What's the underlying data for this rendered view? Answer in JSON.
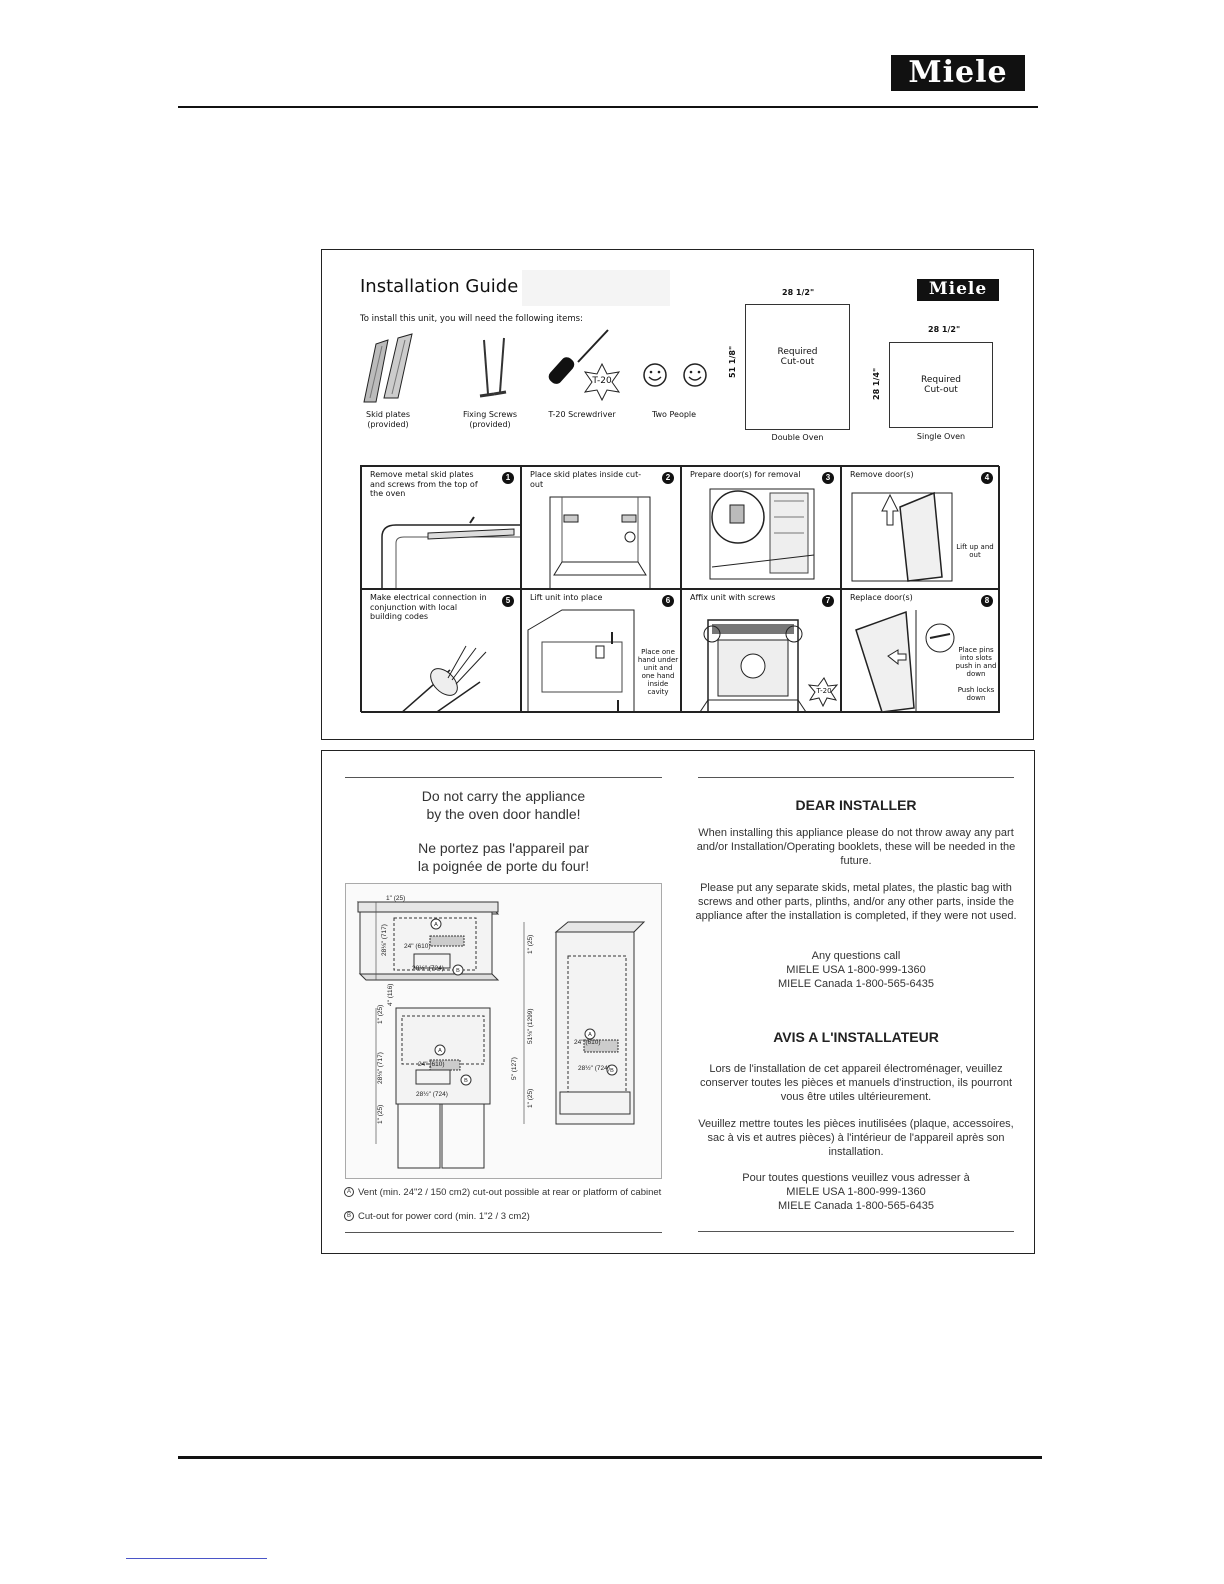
{
  "header": {
    "logo_text": "Miele"
  },
  "guide": {
    "title": "Installation Guide",
    "need_text": "To install this unit, you will need the following items:",
    "logo_text": "Miele",
    "tools": [
      {
        "label": "Skid plates",
        "sub": "(provided)",
        "icon": "skid-plates-icon"
      },
      {
        "label": "Fixing Screws",
        "sub": "(provided)",
        "icon": "fixing-screws-icon"
      },
      {
        "label": "T-20 Screwdriver",
        "sub": "",
        "icon": "screwdriver-icon"
      },
      {
        "label": "Two People",
        "sub": "",
        "icon": "smiley-icon"
      }
    ],
    "t20_badge": "T-20",
    "double_oven": {
      "width": "28 1/2\"",
      "height": "51 1/8\"",
      "label_line1": "Required",
      "label_line2": "Cut-out",
      "caption": "Double Oven"
    },
    "single_oven": {
      "width": "28 1/2\"",
      "height": "28 1/4\"",
      "label_line1": "Required",
      "label_line2": "Cut-out",
      "caption": "Single Oven"
    },
    "steps": [
      {
        "num": "1",
        "text": "Remove metal skid plates and screws from the top of the oven"
      },
      {
        "num": "2",
        "text": "Place skid plates inside cut-out"
      },
      {
        "num": "3",
        "text": "Prepare door(s) for removal"
      },
      {
        "num": "4",
        "text": "Remove door(s)",
        "side": "Lift up and out"
      },
      {
        "num": "5",
        "text": "Make electrical connection in conjunction with local building codes"
      },
      {
        "num": "6",
        "text": "Lift unit into place",
        "side": "Place one hand under unit and one hand inside cavity"
      },
      {
        "num": "7",
        "text": "Affix unit with screws",
        "badge": "T-20"
      },
      {
        "num": "8",
        "text": "Replace door(s)",
        "side": "Place pins into slots push in and down",
        "side2": "Push locks down"
      }
    ]
  },
  "info": {
    "warning_en_1": "Do not carry the appliance",
    "warning_en_2": "by the oven door handle!",
    "warning_fr_1": "Ne portez pas l'appareil par",
    "warning_fr_2": "la poignée de porte du four!",
    "legend_a_marker": "A",
    "legend_a": "Vent (min. 24\"2 / 150 cm2) cut-out possible at rear or platform of cabinet",
    "legend_b_marker": "B",
    "legend_b": "Cut-out for power cord (min. 1\"2 / 3 cm2)",
    "diagram": {
      "d1": "1\" (25)",
      "d2": "28⅛\" (717)",
      "d3": "24\" (610)",
      "d4": "28½\" (724)",
      "d5": "4\" (116)",
      "d6": "51⅛\" (1299)",
      "d7": "5\" (127)",
      "marker_a": "A",
      "marker_b": "B"
    },
    "dear_heading": "DEAR INSTALLER",
    "dear_p1": "When installing this appliance please do not throw away any part and/or Installation/Operating booklets, these will be needed in the future.",
    "dear_p2": "Please put any separate skids, metal plates, the plastic bag with screws and other parts, plinths, and/or any other parts, inside the appliance after the installation is completed, if they were not used.",
    "dear_p3_1": "Any questions call",
    "dear_p3_2": "MIELE USA 1-800-999-1360",
    "dear_p3_3": "MIELE Canada 1-800-565-6435",
    "avis_heading": "AVIS A L'INSTALLATEUR",
    "avis_p1": "Lors de l'installation de cet appareil électroménager, veuillez conserver toutes les pièces et manuels d'instruction, ils pourront vous être utiles ultérieurement.",
    "avis_p2": "Veuillez mettre toutes les pièces inutilisées (plaque, accessoires, sac à vis et autres pièces) à l'intérieur de l'appareil après son installation.",
    "avis_p3_1": "Pour toutes questions veuillez vous adresser à",
    "avis_p3_2": "MIELE USA 1-800-999-1360",
    "avis_p3_3": "MIELE Canada 1-800-565-6435"
  }
}
